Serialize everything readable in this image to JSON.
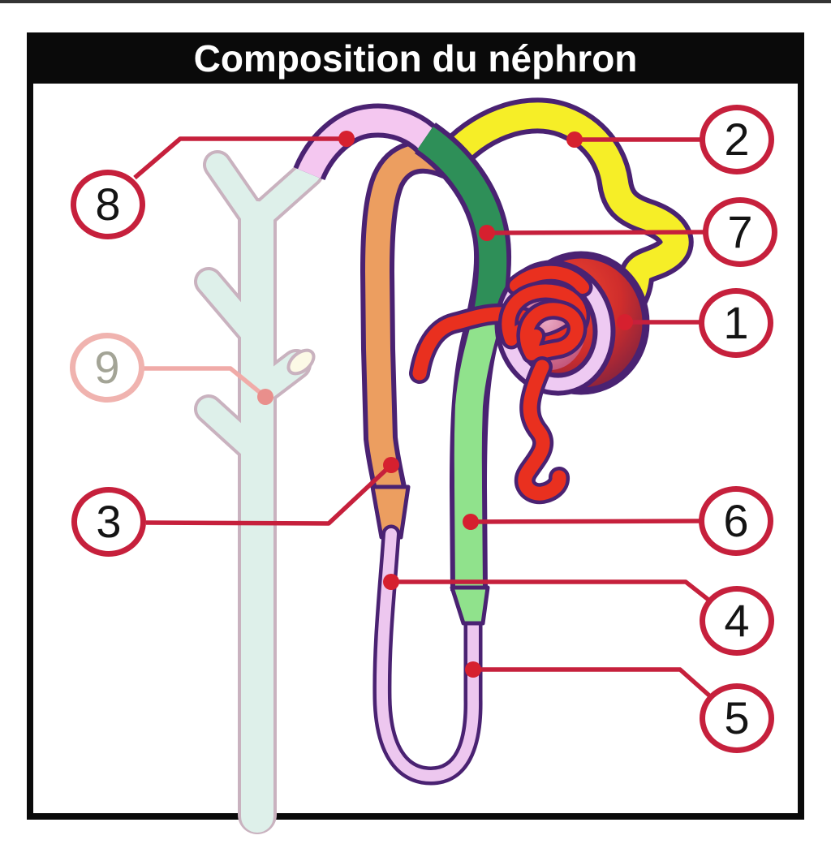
{
  "title": "Composition du néphron",
  "labels": [
    {
      "number": "1"
    },
    {
      "number": "2"
    },
    {
      "number": "3"
    },
    {
      "number": "4"
    },
    {
      "number": "5"
    },
    {
      "number": "6"
    },
    {
      "number": "7"
    },
    {
      "number": "8"
    },
    {
      "number": "9"
    }
  ],
  "colors": {
    "accent": "#c6203c",
    "leader_dot": "#d6202f",
    "faded_leader": "#f0aba8",
    "faded_dot": "#e98f8c",
    "outline_purple": "#4a2272",
    "tube_yellow": "#f6ee27",
    "tube_orange": "#ec9e60",
    "tube_green_dark": "#2e8f58",
    "tube_green_light": "#90e28c",
    "tube_pink": "#f4c7f0",
    "tube_thin_pink": "#edc7ef",
    "capsule_pink": "#eecaf2",
    "capillary_red": "#e9301f",
    "duct_teal": "#def0ea",
    "duct_outline": "#c9b2bf",
    "duct_cut_end": "#fcf9e6",
    "faded_label_border": "#f0b3af",
    "faded_label_text": "#a3a496",
    "title_bg": "#0a0a0a",
    "title_text": "#ffffff"
  }
}
